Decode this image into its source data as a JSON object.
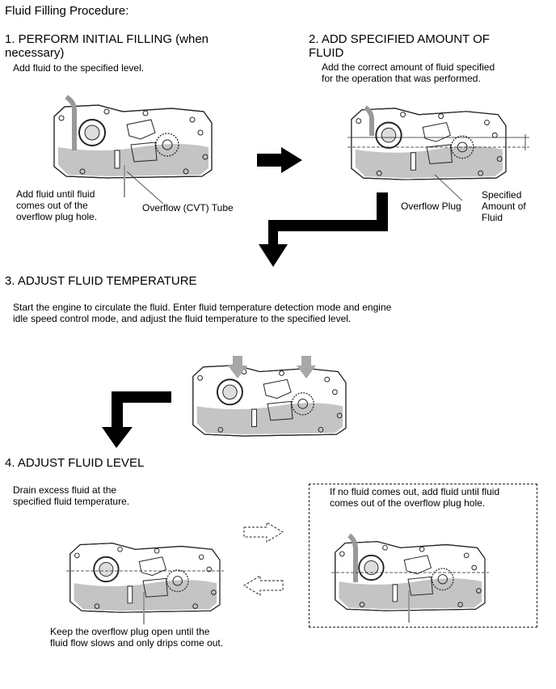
{
  "title": "Fluid Filling Procedure:",
  "steps": [
    {
      "heading": "1. PERFORM INITIAL FILLING (when\nnecessary)",
      "description": "Add fluid to the specified level.",
      "labels": [
        "Add fluid until fluid\ncomes out of the\noverflow plug hole.",
        "Overflow (CVT) Tube"
      ]
    },
    {
      "heading": "2. ADD SPECIFIED AMOUNT OF\nFLUID",
      "description": "Add the correct amount of fluid specified\nfor the operation that was performed.",
      "labels": [
        "Overflow Plug",
        "Specified\nAmount of\nFluid"
      ]
    },
    {
      "heading": "3. ADJUST FLUID TEMPERATURE",
      "description": "Start the engine to circulate the fluid. Enter fluid temperature detection mode and engine\nidle speed control mode, and adjust the fluid temperature to the specified level.",
      "labels": []
    },
    {
      "heading": "4. ADJUST FLUID LEVEL",
      "description": "Drain excess fluid at the\nspecified fluid temperature.",
      "note": "Keep the overflow plug open until the\nfluid flow slows and only drips come out.",
      "alternative": "If no fluid comes out, add fluid until fluid\ncomes out of the overflow plug hole."
    }
  ],
  "colors": {
    "fluid": "#c4c4c4",
    "arrow": "#000000",
    "outline": "#222222",
    "lift_arrow": "#a8a8a8"
  }
}
